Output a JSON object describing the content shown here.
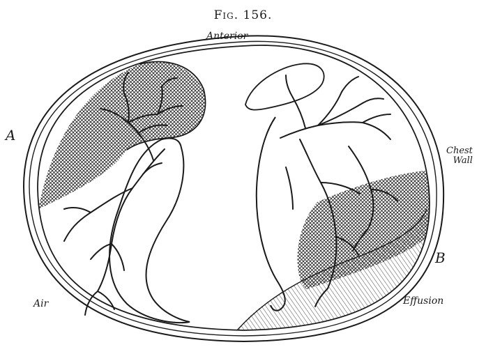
{
  "figure": {
    "title": "Fig. 156."
  },
  "labels": {
    "anterior": "Anterior",
    "side_a": "A",
    "side_b": "B",
    "chest_wall_line1": "Chest",
    "chest_wall_line2": "Wall",
    "air": "Air",
    "effusion": "Effusion"
  },
  "colors": {
    "ink": "#1a1a1a",
    "paper": "#ffffff"
  }
}
